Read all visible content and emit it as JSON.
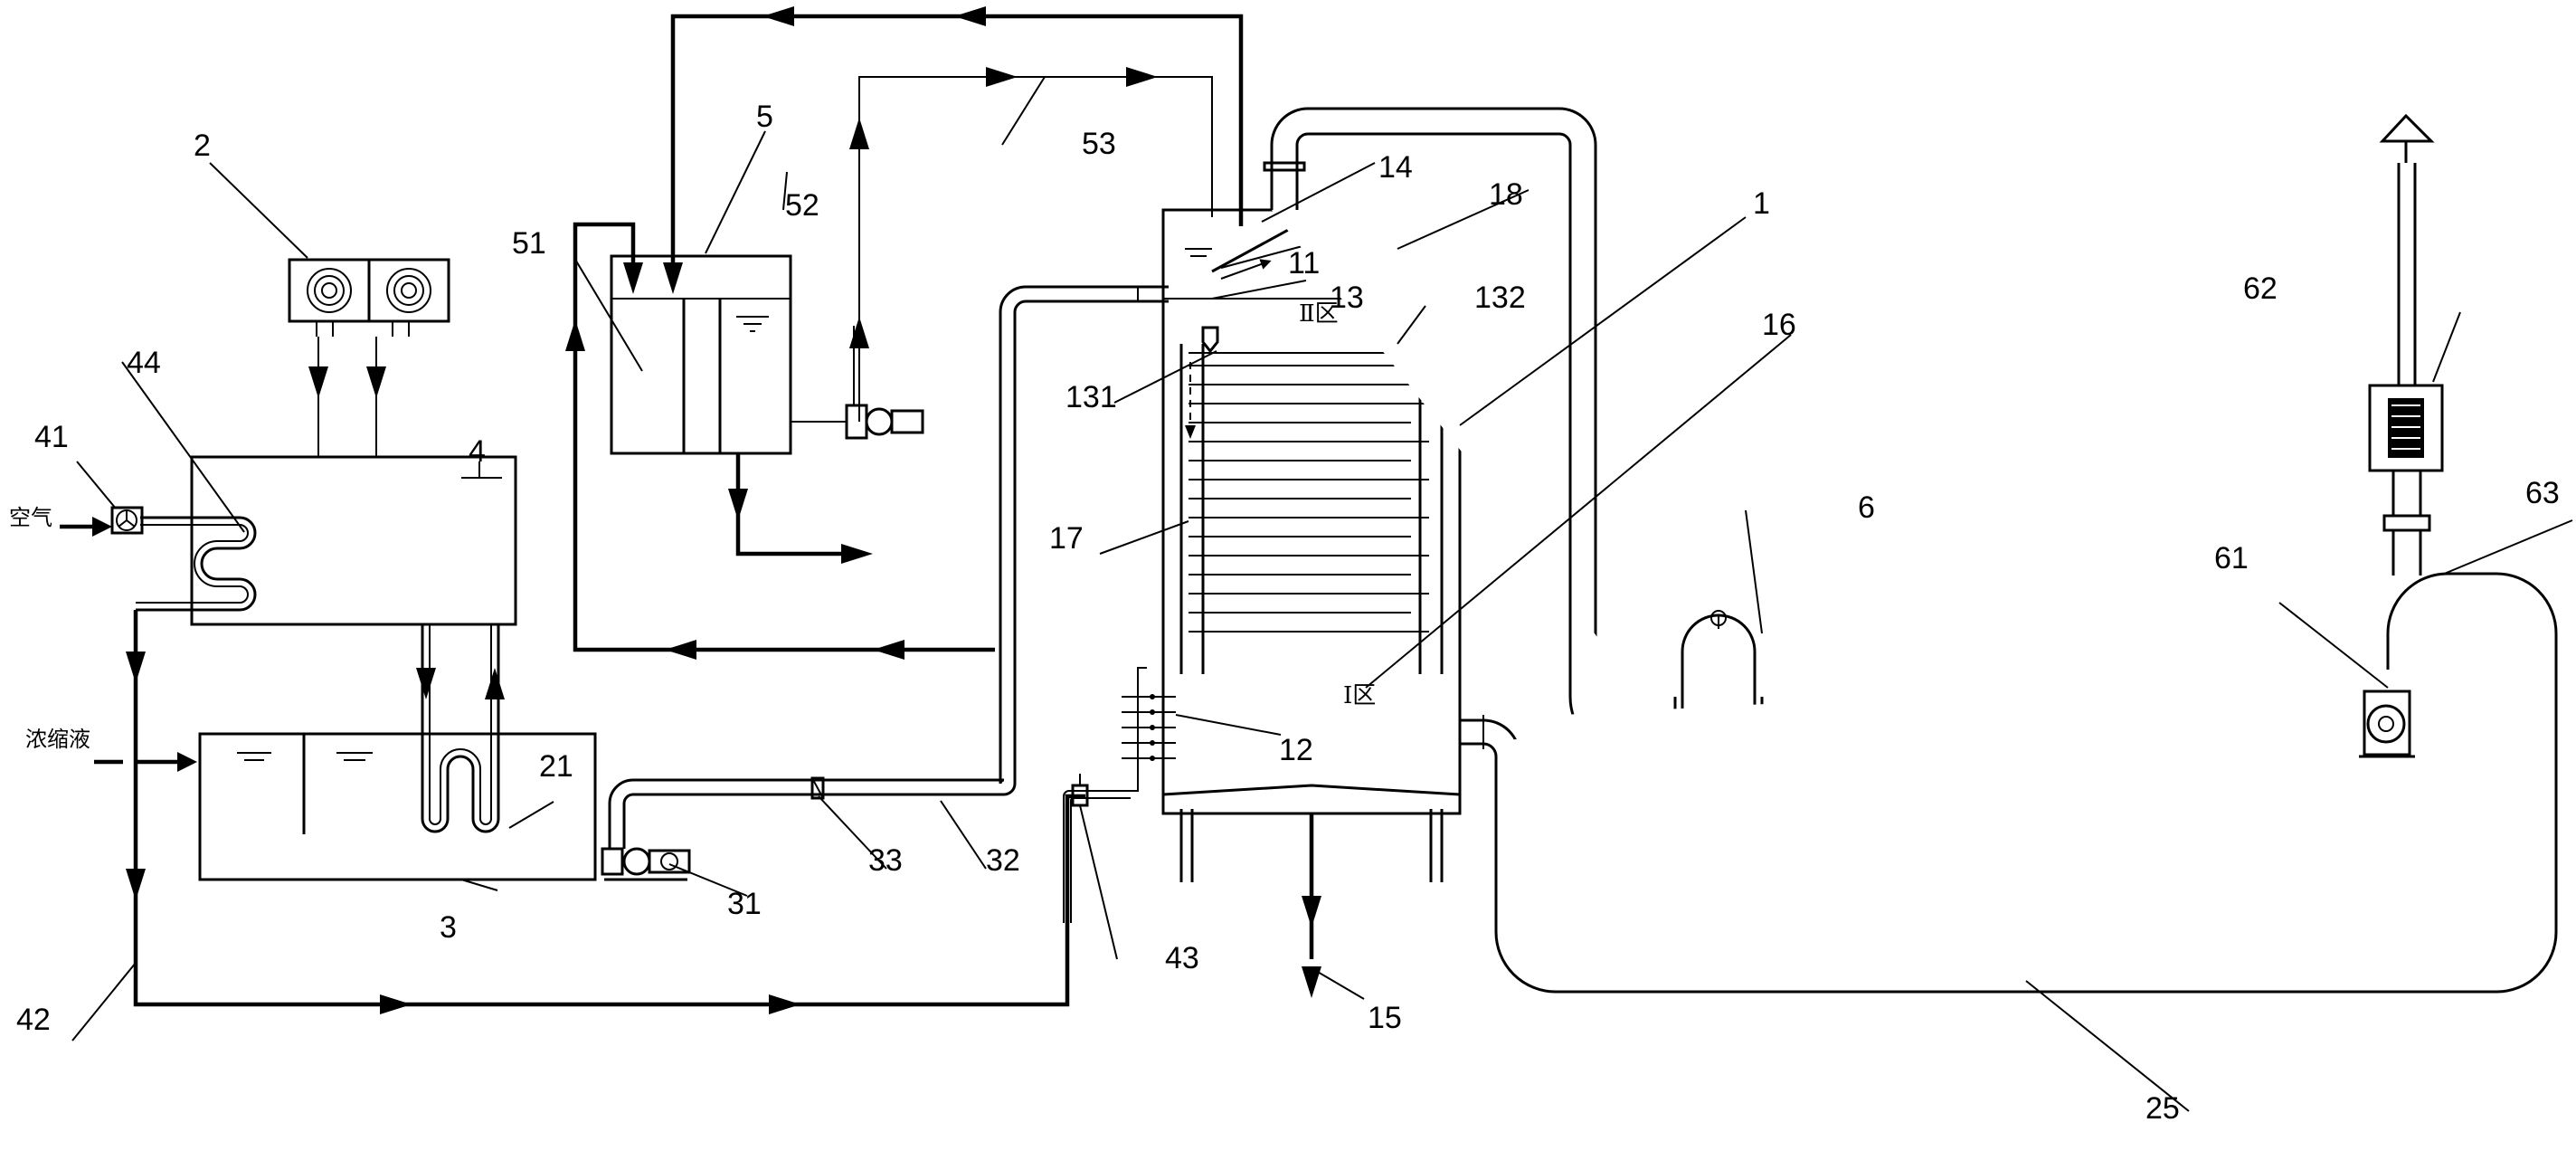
{
  "callouts": {
    "c1": "1",
    "c2": "2",
    "c3": "3",
    "c4": "4",
    "c5": "5",
    "c6": "6",
    "c11": "11",
    "c12": "12",
    "c13": "13",
    "c14": "14",
    "c15": "15",
    "c16": "16",
    "c17": "17",
    "c18": "18",
    "c21": "21",
    "c25": "25",
    "c31": "31",
    "c32": "32",
    "c33": "33",
    "c41": "41",
    "c42": "42",
    "c43": "43",
    "c44": "44",
    "c51": "51",
    "c52": "52",
    "c53": "53",
    "c61": "61",
    "c62": "62",
    "c63": "63",
    "c131": "131",
    "c132": "132"
  },
  "side_labels": {
    "air": "空气",
    "concentrate": "浓缩液"
  },
  "zones": {
    "zone_1": "Ⅰ区",
    "zone_2": "Ⅱ区"
  }
}
